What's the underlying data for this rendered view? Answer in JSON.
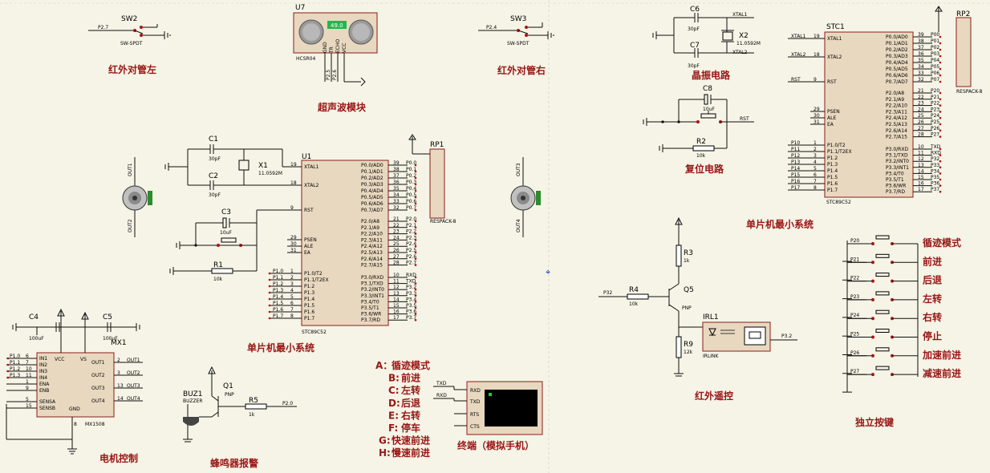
{
  "captions": {
    "ir_left": "红外对管左",
    "ultrasonic": "超声波模块",
    "ir_right": "红外对管右",
    "crystal": "晶振电路",
    "reset": "复位电路",
    "mcu_min1": "单片机最小系统",
    "mcu_min2": "单片机最小系统",
    "motor": "电机控制",
    "buzzer": "蜂鸣器报警",
    "terminal": "终端（模拟手机）",
    "ir_remote": "红外遥控",
    "buttons": "独立按键"
  },
  "components": {
    "sw2": {
      "ref": "SW2",
      "type": "SW-SPDT",
      "net": "P2.7"
    },
    "sw3": {
      "ref": "SW3",
      "type": "SW-SPDT",
      "net": "P2.4"
    },
    "u7": {
      "ref": "U7",
      "type": "HCSR04",
      "display": "49.0",
      "pins": [
        "GND",
        "TR",
        "ECHO",
        "VCC"
      ],
      "nets": [
        "P2.5",
        "P2.6"
      ]
    },
    "c1": {
      "ref": "C1",
      "value": "30pF"
    },
    "c2": {
      "ref": "C2",
      "value": "30pF"
    },
    "x1": {
      "ref": "X1",
      "value": "11.0592M"
    },
    "c3": {
      "ref": "C3",
      "value": "10uF"
    },
    "r1": {
      "ref": "R1",
      "value": "10k"
    },
    "u1": {
      "ref": "U1",
      "part": "STC89C52"
    },
    "rp1": {
      "ref": "RP1",
      "part": "RESPACK-8"
    },
    "c6": {
      "ref": "C6",
      "value": "30pF"
    },
    "c7": {
      "ref": "C7",
      "value": "30pF"
    },
    "x2": {
      "ref": "X2",
      "value": "11.0592M"
    },
    "c8": {
      "ref": "C8",
      "value": "10uF"
    },
    "r2": {
      "ref": "R2",
      "value": "10k"
    },
    "stc1": {
      "ref": "STC1",
      "part": "STC89C52"
    },
    "rp2": {
      "ref": "RP2",
      "part": "RESPACK-8"
    },
    "r3": {
      "ref": "R3",
      "value": "1k"
    },
    "r4": {
      "ref": "R4",
      "value": "10k",
      "net": "P32"
    },
    "q5": {
      "ref": "Q5",
      "type": "PNP"
    },
    "r9": {
      "ref": "R9",
      "value": "12k"
    },
    "irl1": {
      "ref": "IRL1",
      "part": "IRLINK",
      "net": "P3.2"
    },
    "c4": {
      "ref": "C4",
      "value": "100uF"
    },
    "c5": {
      "ref": "C5",
      "value": "100uF"
    },
    "mx1": {
      "ref": "MX1",
      "part": "MX1508"
    },
    "buz1": {
      "ref": "BUZ1",
      "part": "BUZZER"
    },
    "q1": {
      "ref": "Q1",
      "type": "PNP"
    },
    "r5": {
      "ref": "R5",
      "value": "1k",
      "net": "P2.0"
    },
    "motor1": {
      "pins": [
        "OUT1",
        "OUT2"
      ]
    },
    "motor2": {
      "pins": [
        "OUT3",
        "OUT4"
      ]
    }
  },
  "mcu_pins": {
    "left": [
      {
        "n": "19",
        "name": "XTAL1"
      },
      {
        "n": "18",
        "name": "XTAL2"
      },
      {
        "n": "9",
        "name": "RST"
      },
      {
        "n": "29",
        "name": "PSEN"
      },
      {
        "n": "30",
        "name": "ALE"
      },
      {
        "n": "31",
        "name": "EA"
      },
      {
        "n": "1",
        "name": "P1.0/T2"
      },
      {
        "n": "2",
        "name": "P1.1/T2EX"
      },
      {
        "n": "3",
        "name": "P1.2"
      },
      {
        "n": "4",
        "name": "P1.3"
      },
      {
        "n": "5",
        "name": "P1.4"
      },
      {
        "n": "6",
        "name": "P1.5"
      },
      {
        "n": "7",
        "name": "P1.6"
      },
      {
        "n": "8",
        "name": "P1.7"
      }
    ],
    "right": [
      {
        "n": "39",
        "name": "P0.0/AD0"
      },
      {
        "n": "38",
        "name": "P0.1/AD1"
      },
      {
        "n": "37",
        "name": "P0.2/AD2"
      },
      {
        "n": "36",
        "name": "P0.3/AD3"
      },
      {
        "n": "35",
        "name": "P0.4/AD4"
      },
      {
        "n": "34",
        "name": "P0.5/AD5"
      },
      {
        "n": "33",
        "name": "P0.6/AD6"
      },
      {
        "n": "32",
        "name": "P0.7/AD7"
      },
      {
        "n": "21",
        "name": "P2.0/A8"
      },
      {
        "n": "22",
        "name": "P2.1/A9"
      },
      {
        "n": "23",
        "name": "P2.2/A10"
      },
      {
        "n": "24",
        "name": "P2.3/A11"
      },
      {
        "n": "25",
        "name": "P2.4/A12"
      },
      {
        "n": "26",
        "name": "P2.5/A13"
      },
      {
        "n": "27",
        "name": "P2.6/A14"
      },
      {
        "n": "28",
        "name": "P2.7/A15"
      },
      {
        "n": "10",
        "name": "P3.0/RXD"
      },
      {
        "n": "11",
        "name": "P3.1/TXD"
      },
      {
        "n": "12",
        "name": "P3.2/INT0"
      },
      {
        "n": "13",
        "name": "P3.3/INT1"
      },
      {
        "n": "14",
        "name": "P3.4/T0"
      },
      {
        "n": "15",
        "name": "P3.5/T1"
      },
      {
        "n": "16",
        "name": "P3.6/WR"
      },
      {
        "n": "17",
        "name": "P3.7/RD"
      }
    ]
  },
  "u1_nets": {
    "left": [
      "P1.0",
      "P1.1",
      "P1.2",
      "P1.3",
      "P1.4",
      "P1.5",
      "P1.6",
      "P1.7"
    ],
    "right": [
      "P0.0",
      "P0.1",
      "P0.2",
      "P0.3",
      "P0.4",
      "P0.5",
      "P0.6",
      "P0.7",
      "P2.0",
      "P2.1",
      "P2.2",
      "P2.3",
      "P2.4",
      "P2.5",
      "P2.6",
      "P2.7",
      "RXD",
      "TXD",
      "P3.2",
      "P3.3",
      "P3.4",
      "P3.5",
      "P3.6",
      "P3.7"
    ]
  },
  "stc1_nets": {
    "left": [
      "XTAL1",
      "XTAL2",
      "RST",
      "P10",
      "P11",
      "P12",
      "P13",
      "P14",
      "P15",
      "P16",
      "P17"
    ],
    "right": [
      "P00",
      "P01",
      "P02",
      "P03",
      "P04",
      "P05",
      "P06",
      "P07",
      "P20",
      "P21",
      "P22",
      "P23",
      "P24",
      "P25",
      "P26",
      "P27",
      "TXD",
      "RXD",
      "P32",
      "P33",
      "P34",
      "P35",
      "P36",
      "P37"
    ]
  },
  "crystal_nets": [
    "XTAL1",
    "XTAL2",
    "RST"
  ],
  "mx1_pins": {
    "left": [
      {
        "n": "6",
        "name": "IN1",
        "net": "P1.0"
      },
      {
        "n": "7",
        "name": "IN2",
        "net": "P1.1"
      },
      {
        "n": "10",
        "name": "IN3",
        "net": "P1.2"
      },
      {
        "n": "11",
        "name": "IN4",
        "net": "P1.3"
      },
      {
        "n": "1",
        "name": "ENA",
        "net": ""
      },
      {
        "n": "9",
        "name": "ENB",
        "net": ""
      },
      {
        "n": "5",
        "name": "SENSA",
        "net": ""
      },
      {
        "n": "15",
        "name": "SENSB",
        "net": ""
      }
    ],
    "right": [
      {
        "n": "2",
        "name": "OUT1"
      },
      {
        "n": "3",
        "name": "OUT2"
      },
      {
        "n": "13",
        "name": "OUT3"
      },
      {
        "n": "14",
        "name": "OUT4"
      }
    ],
    "top": {
      "vcc": "VCC",
      "vs": "VS"
    },
    "gnd": {
      "n": "8",
      "name": "GND"
    }
  },
  "commands": [
    {
      "key": "A：",
      "label": "循迹模式"
    },
    {
      "key": "B:",
      "label": "前进"
    },
    {
      "key": "C:",
      "label": "左转"
    },
    {
      "key": "D:",
      "label": "后退"
    },
    {
      "key": "E:",
      "label": "右转"
    },
    {
      "key": "F:",
      "label": "停车"
    },
    {
      "key": "G:",
      "label": "快速前进"
    },
    {
      "key": "H:",
      "label": "慢速前进"
    }
  ],
  "terminal": {
    "inputs": [
      "TXD",
      "RXD"
    ],
    "pins": [
      "RXD",
      "TXD",
      "RTS",
      "CTS"
    ]
  },
  "buttons": [
    {
      "net": "P20",
      "label": "循迹模式"
    },
    {
      "net": "P21",
      "label": "前进"
    },
    {
      "net": "P22",
      "label": "后退"
    },
    {
      "net": "P23",
      "label": "左转"
    },
    {
      "net": "P24",
      "label": "右转"
    },
    {
      "net": "P25",
      "label": "停止"
    },
    {
      "net": "P26",
      "label": "加速前进"
    },
    {
      "net": "P27",
      "label": "减速前进"
    }
  ],
  "colors": {
    "background": "#f5f4e6",
    "wire": "#0f0f0f",
    "caption": "#991515",
    "chip_fill": "#e8d8bf",
    "chip_border": "#8b1c1c",
    "pin_dot": "#b01010",
    "terminal_screen": "#000000",
    "terminal_cursor": "#1fd01f",
    "sonar_display": "#23b84a"
  }
}
